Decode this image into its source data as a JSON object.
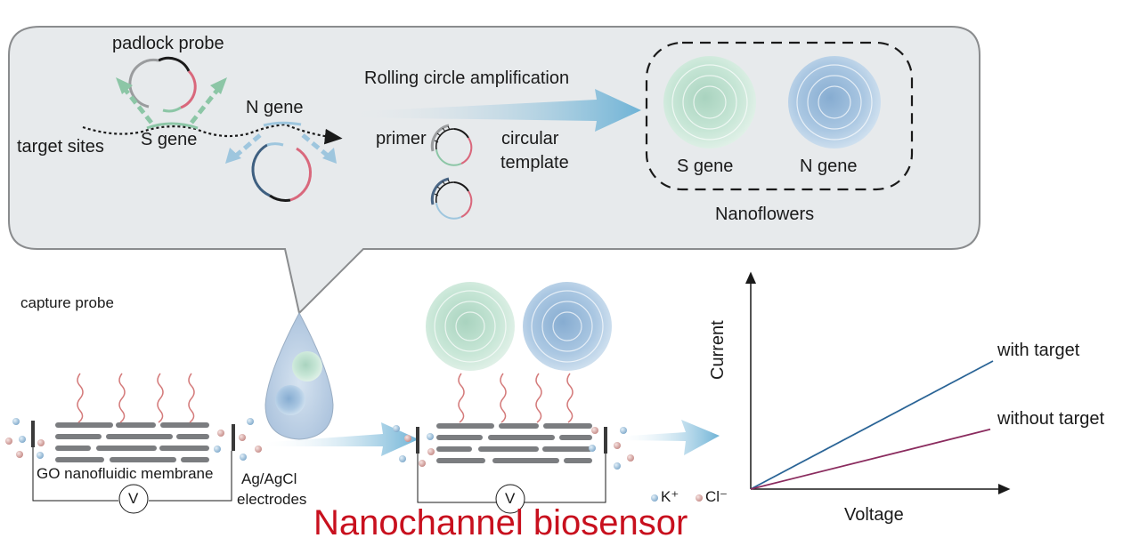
{
  "panel": {
    "padlock_probe": "padlock probe",
    "target_sites": "target sites",
    "s_gene": "S gene",
    "n_gene": "N gene",
    "rca": "Rolling circle amplification",
    "primer": "primer",
    "circular_template_line1": "circular",
    "circular_template_line2": "template",
    "nanoflowers": {
      "s_gene": "S gene",
      "n_gene": "N gene",
      "caption": "Nanoflowers"
    }
  },
  "device": {
    "capture_probe": "capture probe",
    "membrane": "GO nanofluidic membrane",
    "electrodes_line1": "Ag/AgCl",
    "electrodes_line2": "electrodes",
    "voltmeter": "V",
    "legend_k": "K⁺",
    "legend_cl": "Cl⁻",
    "title": "Nanochannel biosensor"
  },
  "colors": {
    "panel_bg": "#e7eaec",
    "panel_border": "#8a8c8e",
    "s_gene_green": "#8cc6a6",
    "n_gene_blue": "#9ec6de",
    "probe_red": "#d9687c",
    "membrane_gray": "#7b7d80",
    "k_ion": "#8fb6d4",
    "cl_ion": "#d09a96",
    "title_red": "#c8101e",
    "line_with_target": "#2a6496",
    "line_without_target": "#8a2b5e"
  },
  "chart_data": {
    "type": "line",
    "title": "",
    "xlabel": "Voltage",
    "ylabel": "Current",
    "xlim": [
      0,
      1
    ],
    "ylim": [
      0,
      1
    ],
    "grid": false,
    "legend": "inline-right",
    "series": [
      {
        "name": "with target",
        "x": [
          0,
          1
        ],
        "y": [
          0,
          0.6
        ]
      },
      {
        "name": "without target",
        "x": [
          0,
          1
        ],
        "y": [
          0,
          0.28
        ]
      }
    ]
  }
}
